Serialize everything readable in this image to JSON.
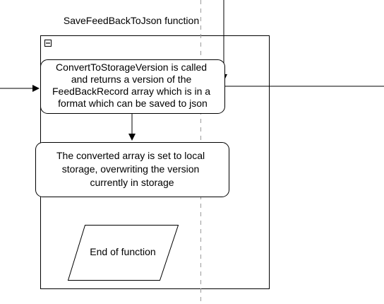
{
  "diagram": {
    "title": "SaveFeedBackToJson function",
    "collapse_icon": "minus-icon",
    "nodes": [
      {
        "id": "convert",
        "shape": "rounded-rect",
        "lines": [
          "ConvertToStorageVersion is called",
          "and returns a version of the",
          "FeedBackRecord array which is in a",
          "format which can be saved to json"
        ]
      },
      {
        "id": "store",
        "shape": "rounded-rect",
        "lines": [
          "The converted array is set to local",
          "storage, overwriting the version",
          "currently in storage"
        ]
      },
      {
        "id": "end",
        "shape": "parallelogram",
        "lines": [
          "End of function"
        ]
      }
    ]
  }
}
